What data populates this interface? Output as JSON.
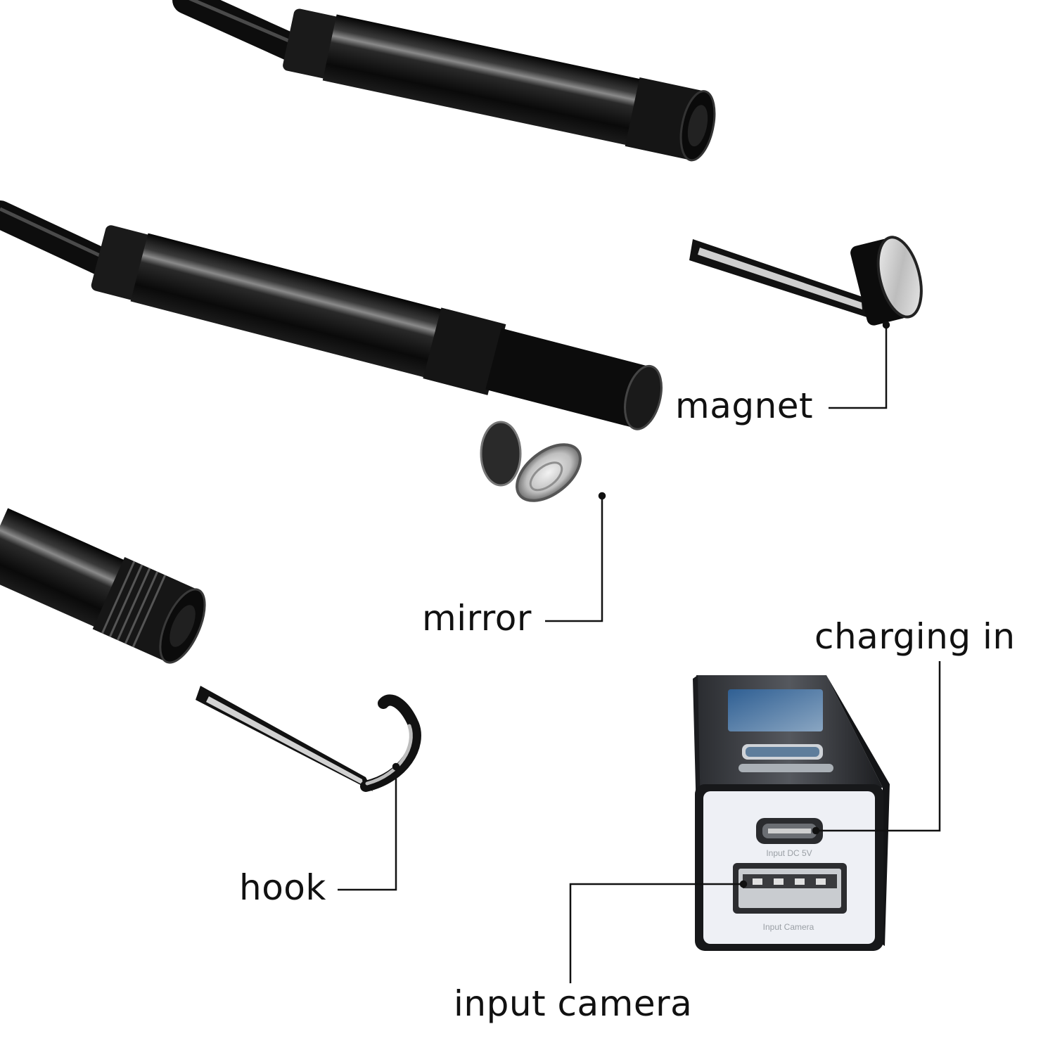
{
  "labels": {
    "magnet": "magnet",
    "mirror": "mirror",
    "hook": "hook",
    "charging_in": "charging in",
    "input_camera": "input camera"
  },
  "device_text": {
    "charging_port": "Input DC 5V",
    "camera_port": "Input Camera"
  },
  "colors": {
    "background": "#ffffff",
    "tube": "#0d0d0d",
    "leader_line": "#111111",
    "device_face": "#eef0f5"
  }
}
